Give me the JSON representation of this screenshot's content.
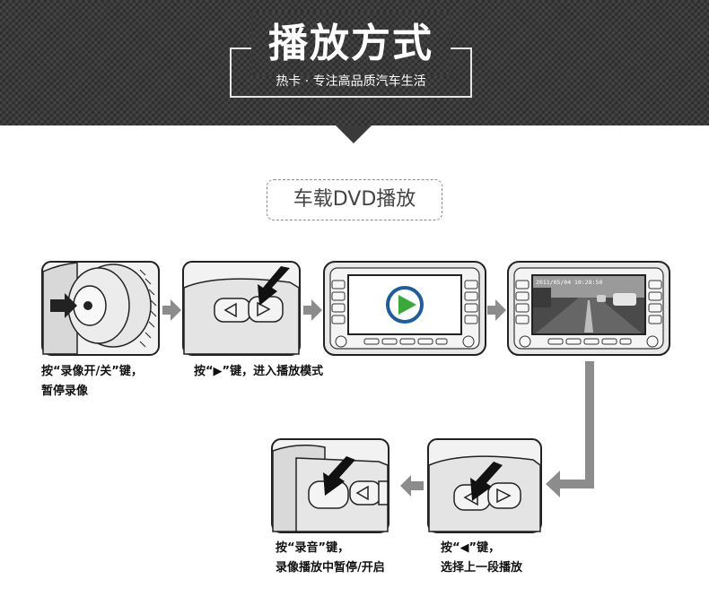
{
  "header": {
    "title": "播放方式",
    "subtitle": "热卡 · 专注高品质汽车生活"
  },
  "section": {
    "label": "车载DVD播放"
  },
  "screen": {
    "timestamp": "2011/05/04 10:28:50"
  },
  "steps": [
    {
      "line1": "按“录像开/关”键，",
      "line2": "暂停录像"
    },
    {
      "line1": "按“▶”键，进入播放模式",
      "line2": ""
    },
    {
      "line1": "按“录音”键，",
      "line2": "录像播放中暂停/开启"
    },
    {
      "line1": "按“◀”键，",
      "line2": "选择上一段播放"
    }
  ],
  "colors": {
    "banner_bg": "#3a3a3a",
    "arrow_gray": "#8c8c8c",
    "play_green": "#3aa83a",
    "play_ring": "#1f5c99"
  }
}
